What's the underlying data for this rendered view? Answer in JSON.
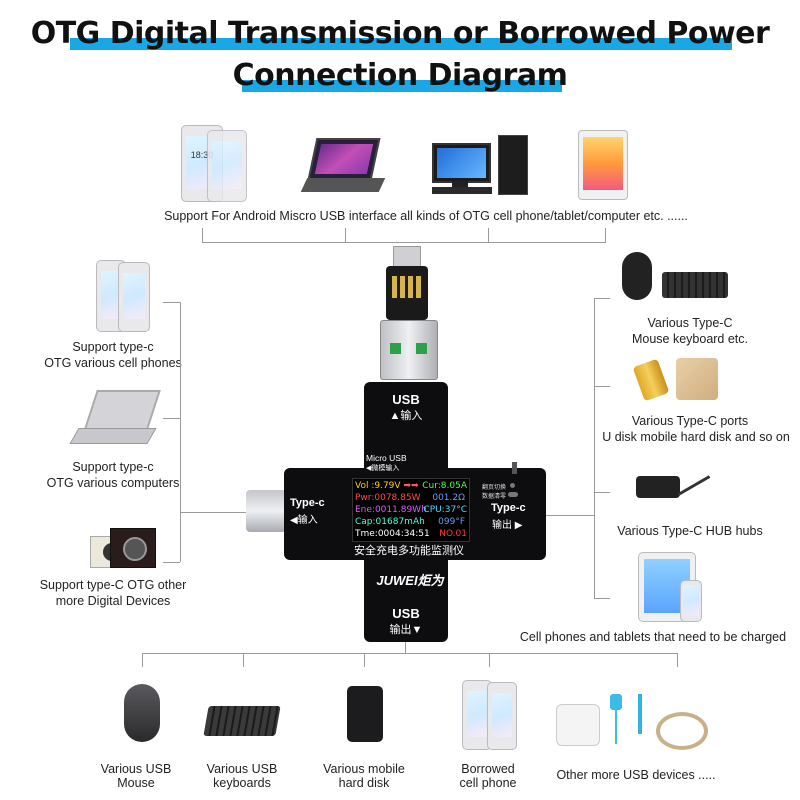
{
  "title": {
    "line1": "OTG Digital Transmission or Borrowed Power",
    "line2": "Connection Diagram"
  },
  "top": {
    "caption": "Support  For Android Miscro USB interface all kinds of OTG cell phone/tablet/computer etc. ......",
    "phone_time": "18:30"
  },
  "left": {
    "phones": [
      "Support type-c",
      "OTG various cell phones"
    ],
    "computers": [
      "Support type-c",
      "OTG various computers"
    ],
    "other": [
      "Support type-C OTG other",
      "more Digital Devices"
    ]
  },
  "right": {
    "mouse": [
      "Various Type-C",
      "Mouse keyboard etc."
    ],
    "udisk": [
      "Various Type-C ports",
      "U disk mobile hard disk and so on"
    ],
    "hub": [
      "Various Type-C HUB hubs"
    ],
    "charge": [
      "Cell phones and tablets that need to be charged"
    ]
  },
  "bottom": {
    "mouse": [
      "Various USB",
      "Mouse"
    ],
    "keyboard": [
      "Various USB",
      "keyboards"
    ],
    "disk": [
      "Various mobile",
      "hard disk"
    ],
    "phone": [
      "Borrowed",
      "cell phone"
    ],
    "other": [
      "Other more USB devices ....."
    ]
  },
  "meter": {
    "usb_in_label": "USB",
    "usb_in_sub": "▲输入",
    "micro_label": "Micro USB",
    "micro_sub": "◀微模输入",
    "typec_in_label": "Type-c",
    "typec_in_sub": "◀输入",
    "typec_out_label": "Type-c",
    "typec_out_sub": "输出 ▶",
    "usb_out_label": "USB",
    "usb_out_sub": "输出▼",
    "brand": "JUWEI炬为",
    "cn_caption": "安全充电多功能监测仪",
    "btn1": "翻页切换",
    "btn2": "数据清零",
    "screen": {
      "vol": "Vol :9.79V",
      "arrow": "➡➡",
      "cur": "Cur:8.05A",
      "pwr": "Pwr:0078.85W",
      "ohm": "001.2Ω",
      "ene": "Ene:0011.89Wh",
      "cpu": "CPU:37°C",
      "cap": "Cap:01687mAh",
      "f": "099°F",
      "tme": "Tme:0004:34:51",
      "no": "NO.01"
    }
  }
}
